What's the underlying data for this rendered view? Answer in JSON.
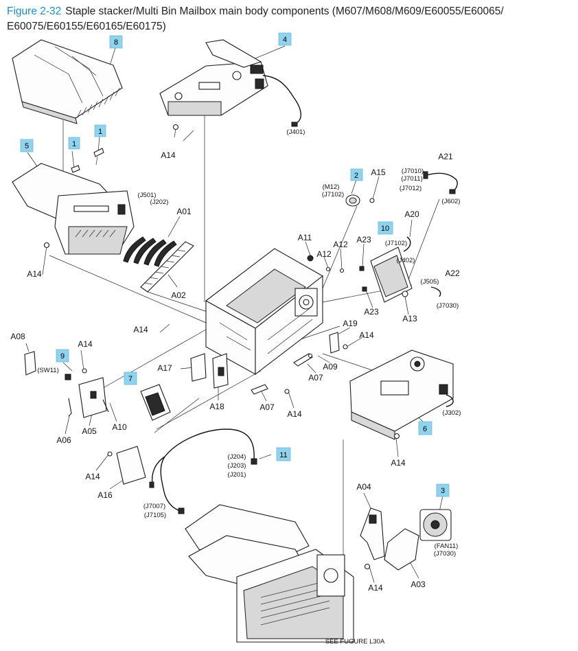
{
  "header": {
    "figure_label": "Figure 2-32",
    "title_line1": "Staple stacker/Multi Bin Mailbox main body components (M607/M608/M609/E60055/E60065/",
    "title_line2": "E60075/E60155/E60165/E60175)"
  },
  "callouts": {
    "n1a": "1",
    "n1b": "1",
    "n2": "2",
    "n3": "3",
    "n4": "4",
    "n5": "5",
    "n6": "6",
    "n7": "7",
    "n8": "8",
    "n9": "9",
    "n10": "10",
    "n11": "11"
  },
  "labels": {
    "a01": "A01",
    "a02": "A02",
    "a03": "A03",
    "a04": "A04",
    "a05": "A05",
    "a06": "A06",
    "a07a": "A07",
    "a07b": "A07",
    "a08": "A08",
    "a09": "A09",
    "a10": "A10",
    "a11": "A11",
    "a12a": "A12",
    "a12b": "A12",
    "a13": "A13",
    "a14a": "A14",
    "a14b": "A14",
    "a14c": "A14",
    "a14d": "A14",
    "a14e": "A14",
    "a14f": "A14",
    "a14g": "A14",
    "a14h": "A14",
    "a14i": "A14",
    "a15": "A15",
    "a16": "A16",
    "a17": "A17",
    "a18": "A18",
    "a19": "A19",
    "a20": "A20",
    "a21": "A21",
    "a22": "A22",
    "a23a": "A23",
    "a23b": "A23"
  },
  "connectors": {
    "j401": "(J401)",
    "j501": "(J501)",
    "j202": "(J202)",
    "m12": "(M12)",
    "j7102a": "(J7102)",
    "j7010": "(J7010)",
    "j7011": "(J7011)",
    "j7012": "(J7012)",
    "j602": "(J602)",
    "j7102b": "(J7102)",
    "j402": "(J402)",
    "j505": "(J505)",
    "j7030a": "(J7030)",
    "sw11": "(SW11)",
    "j302": "(J302)",
    "j204": "(J204)",
    "j203": "(J203)",
    "j201": "(J201)",
    "j7007": "(J7007)",
    "j7105": "(J7105)",
    "fan11": "(FAN11)",
    "j7030b": "(J7030)"
  },
  "footer": {
    "see_figure": "SEE FUGURE L30A"
  }
}
